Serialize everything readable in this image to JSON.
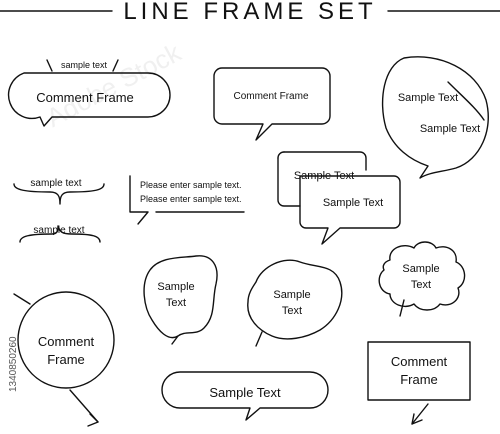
{
  "title": "LINE FRAME SET",
  "stock_id": "1340850260",
  "watermark": "Adobe Stock",
  "frames": {
    "rounded_top_label": "sample text",
    "rounded_main": "Comment Frame",
    "rect_comment": "Comment Frame",
    "oval_line1": "Sample Text",
    "oval_line2": "Sample Text",
    "brace_top": "sample text",
    "brace_bottom": "sample text",
    "enter_line1": "Please enter sample text.",
    "enter_line2": "Please enter sample text.",
    "double_line1": "Sample Text",
    "double_line2": "Sample Text",
    "blob1_line1": "Sample",
    "blob1_line2": "Text",
    "blob2_line1": "Sample",
    "blob2_line2": "Text",
    "cloud_line1": "Sample",
    "cloud_line2": "Text",
    "circle_line1": "Comment",
    "circle_line2": "Frame",
    "pill_bottom": "Sample Text",
    "rect_bottom_line1": "Comment",
    "rect_bottom_line2": "Frame"
  }
}
